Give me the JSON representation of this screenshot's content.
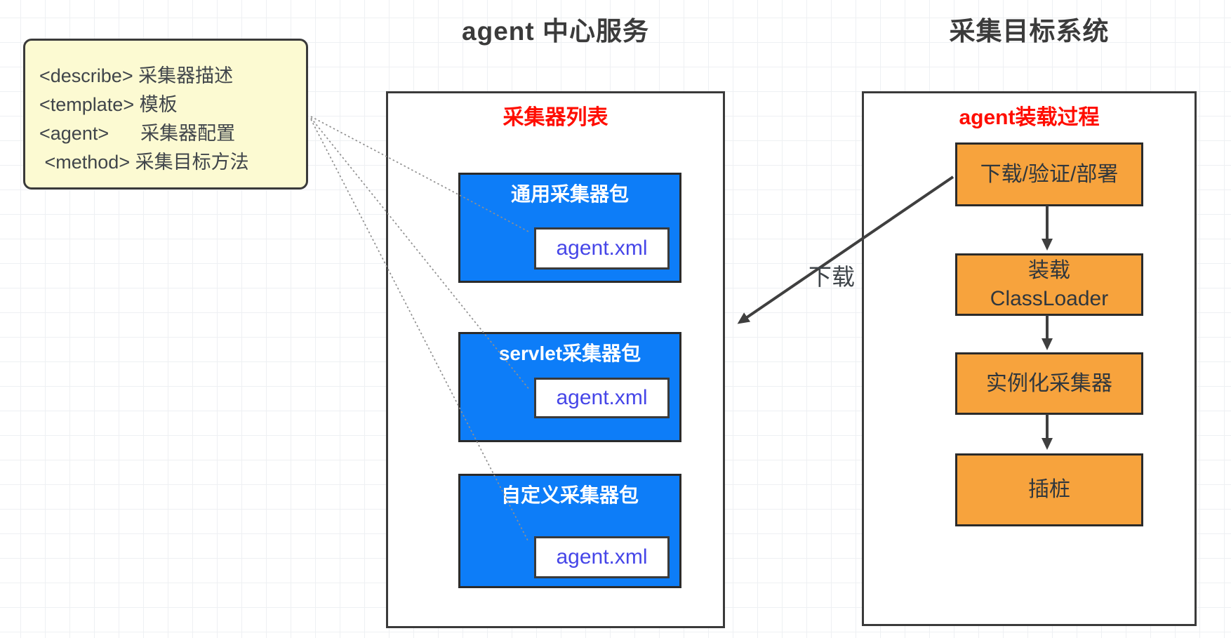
{
  "note": {
    "lines": [
      "<describe> 采集器描述",
      "<template> 模板",
      "<agent>      采集器配置",
      " <method> 采集目标方法"
    ]
  },
  "center_service": {
    "title": "agent 中心服务",
    "panel_title": "采集器列表",
    "packages": [
      {
        "name": "通用采集器包",
        "file": "agent.xml"
      },
      {
        "name": "servlet采集器包",
        "file": "agent.xml"
      },
      {
        "name": "自定义采集器包",
        "file": "agent.xml"
      }
    ]
  },
  "target_system": {
    "title": "采集目标系统",
    "panel_title": "agent装载过程",
    "steps": [
      {
        "line1": "下载/验证/部署"
      },
      {
        "line1": "装载",
        "line2": "ClassLoader"
      },
      {
        "line1": "实例化采集器"
      },
      {
        "line1": "插桩"
      }
    ]
  },
  "labels": {
    "download": "下载"
  },
  "colors": {
    "package_fill": "#0d7df8",
    "step_fill": "#f7a33d",
    "note_fill": "#fcfad2",
    "panel_title_red": "#ff0d00",
    "agent_xml_text": "#4646e8",
    "border_dark": "#3a3a3a",
    "arrow_dark": "#3f3f3f",
    "dotted_gray": "#8f8f8f"
  }
}
